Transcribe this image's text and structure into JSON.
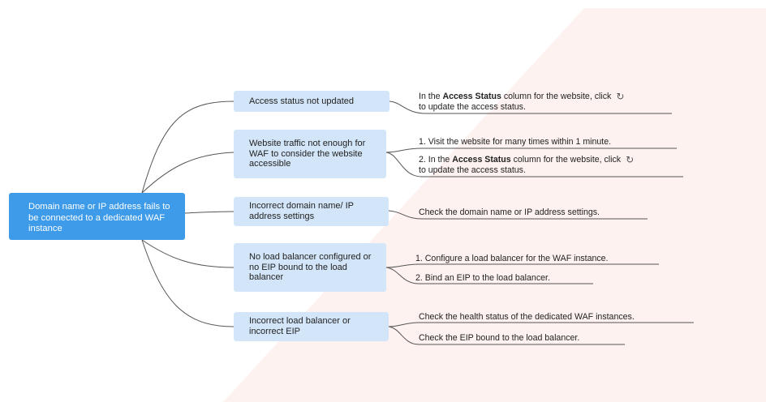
{
  "root": "Domain name or IP address fails to be connected to a dedicated WAF instance",
  "causes": [
    "Access status not updated",
    "Website traffic not enough for WAF to consider the website accessible",
    "Incorrect domain name/ IP address settings",
    "No load balancer configured or no EIP bound to the load balancer",
    "Incorrect load balancer or incorrect EIP"
  ],
  "actions": {
    "a1_pre": "In the ",
    "a1_bold": "Access Status",
    "a1_post": " column for the website, click",
    "a1_line2": "to update the access status.",
    "a2": "1. Visit the website for many times within 1 minute.",
    "a3_pre": "2. In the ",
    "a3_bold": "Access Status",
    "a3_post": " column for the website, click",
    "a3_line2": "to update the access status.",
    "a4": "Check the domain name or IP address settings.",
    "a5": "1. Configure a load balancer for the WAF instance.",
    "a6": "2. Bind an EIP to the load balancer.",
    "a7": "Check the health status of the dedicated WAF instances.",
    "a8": "Check the EIP bound to the load balancer."
  },
  "icons": {
    "refresh": "refresh-icon"
  },
  "colors": {
    "root": "#3d9be9",
    "cause": "#d3e5f8",
    "line": "#555555"
  }
}
